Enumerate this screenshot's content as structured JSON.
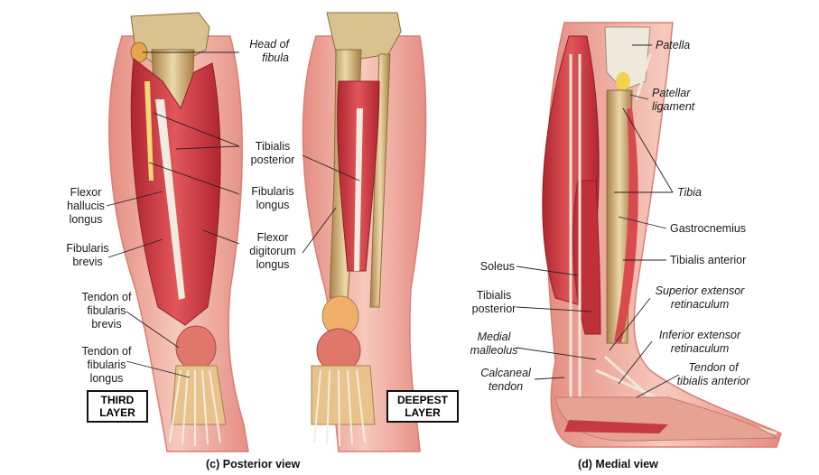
{
  "colors": {
    "muscle": "#c8323a",
    "muscle_light": "#e87a78",
    "skin": "#f3b8aa",
    "skin_edge": "#e08f84",
    "bone": "#c9a46a",
    "bone_light": "#ead9ad",
    "tendon": "#f4ecdf",
    "leader": "#222222"
  },
  "posterior": {
    "head_of_fibula": "Head of\nfibula",
    "tibialis_posterior": "Tibialis\nposterior",
    "fibularis_longus": "Fibularis\nlongus",
    "flexor_digitorum_longus": "Flexor\ndigitorum\nlongus",
    "flexor_hallucis_longus": "Flexor\nhallucis\nlongus",
    "fibularis_brevis": "Fibularis\nbrevis",
    "tendon_fibularis_brevis": "Tendon of\nfibularis\nbrevis",
    "tendon_fibularis_longus": "Tendon of\nfibularis\nlongus",
    "third_layer": "THIRD\nLAYER",
    "deepest_layer": "DEEPEST\nLAYER",
    "caption": "(c) Posterior view"
  },
  "medial": {
    "patella": "Patella",
    "patellar_ligament": "Patellar\nligament",
    "tibia": "Tibia",
    "gastrocnemius": "Gastrocnemius",
    "tibialis_anterior": "Tibialis anterior",
    "superior_extensor_retinaculum": "Superior extensor\nretinaculum",
    "inferior_extensor_retinaculum": "Inferior extensor\nretinaculum",
    "tendon_tibialis_anterior": "Tendon of\ntibialis anterior",
    "soleus": "Soleus",
    "tibialis_posterior": "Tibialis\nposterior",
    "medial_malleolus": "Medial\nmalleolus",
    "calcaneal_tendon": "Calcaneal\ntendon",
    "caption": "(d) Medial view"
  }
}
